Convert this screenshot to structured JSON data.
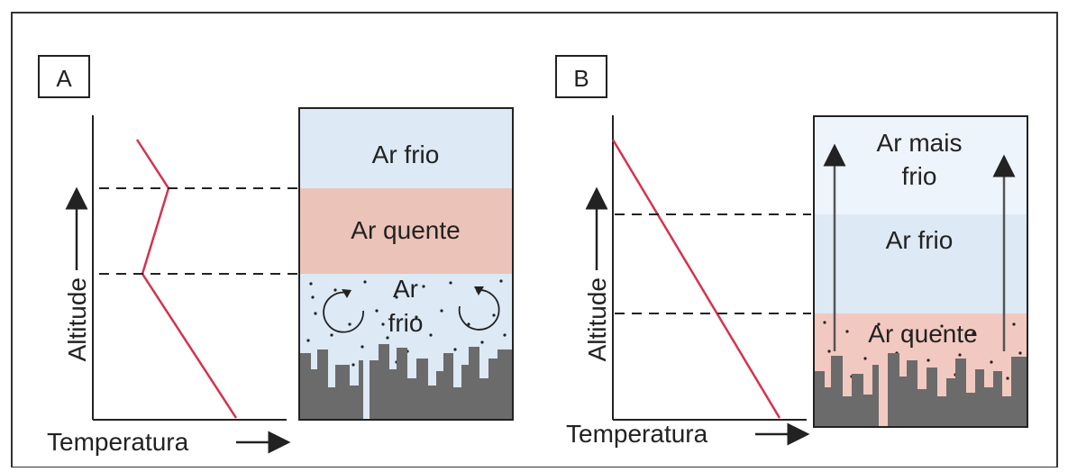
{
  "panels": [
    {
      "label": "A",
      "y_axis_label": "Altitude",
      "x_axis_label": "Temperatura",
      "layers": [
        "Ar frio",
        "Ar quente"
      ],
      "bottom_label_line1": "Ar",
      "bottom_label_line2": "frio"
    },
    {
      "label": "B",
      "y_axis_label": "Altitude",
      "x_axis_label": "Temperatura",
      "top_label_line1": "Ar mais",
      "top_label_line2": "frio",
      "middle_label": "Ar frio",
      "bottom_label": "Ar quente"
    }
  ],
  "colors": {
    "cold_air": "#dde9f5",
    "warm_air": "#ebc3b8",
    "warm_air_b": "#f2c9c0",
    "profile_line": "#d4334b",
    "city": "#6b6b6b"
  }
}
